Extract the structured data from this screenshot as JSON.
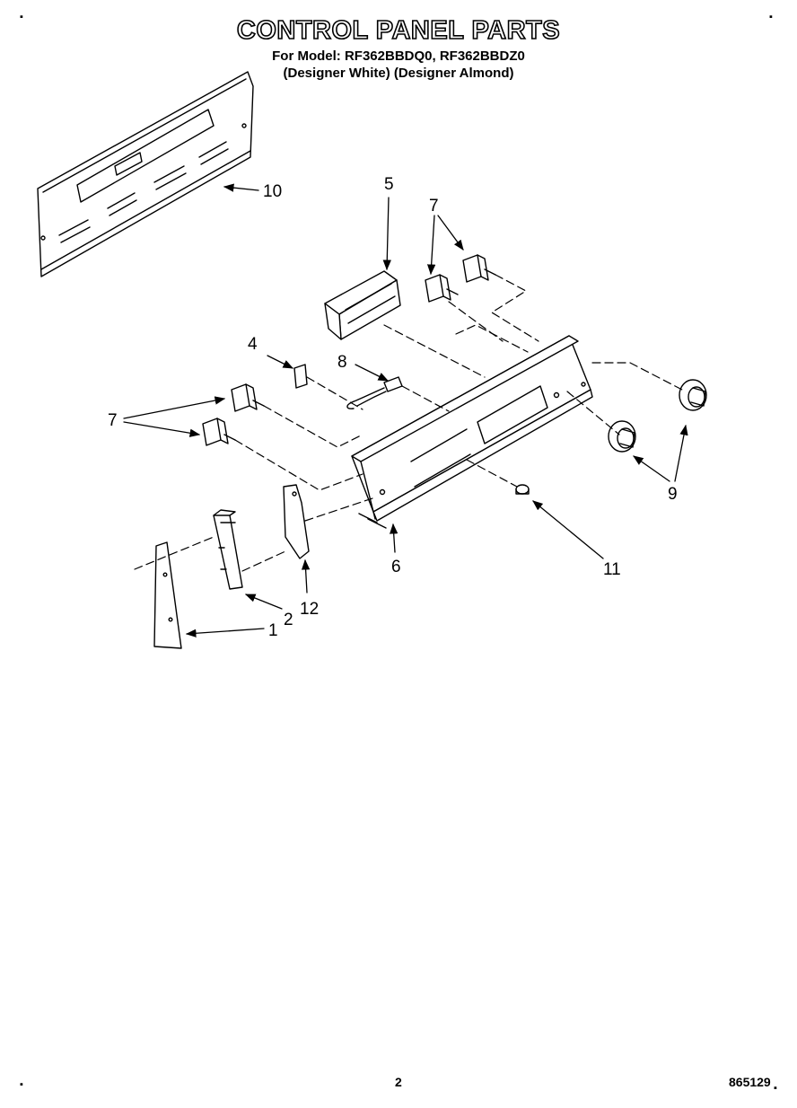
{
  "header": {
    "title": "CONTROL PANEL PARTS",
    "model_line": "For Model: RF362BBDQ0, RF362BBDZ0",
    "color_line": "(Designer White) (Designer Almond)"
  },
  "callouts": {
    "c1": "1",
    "c2": "2",
    "c4": "4",
    "c5": "5",
    "c6": "6",
    "c7a": "7",
    "c7b": "7",
    "c8": "8",
    "c9": "9",
    "c10": "10",
    "c11": "11",
    "c12": "12"
  },
  "footer": {
    "page_number": "2",
    "doc_number": "865129"
  },
  "corner_marks": {
    "tl": "▪",
    "tr": "▪",
    "bl": "▪",
    "br": "▪"
  }
}
